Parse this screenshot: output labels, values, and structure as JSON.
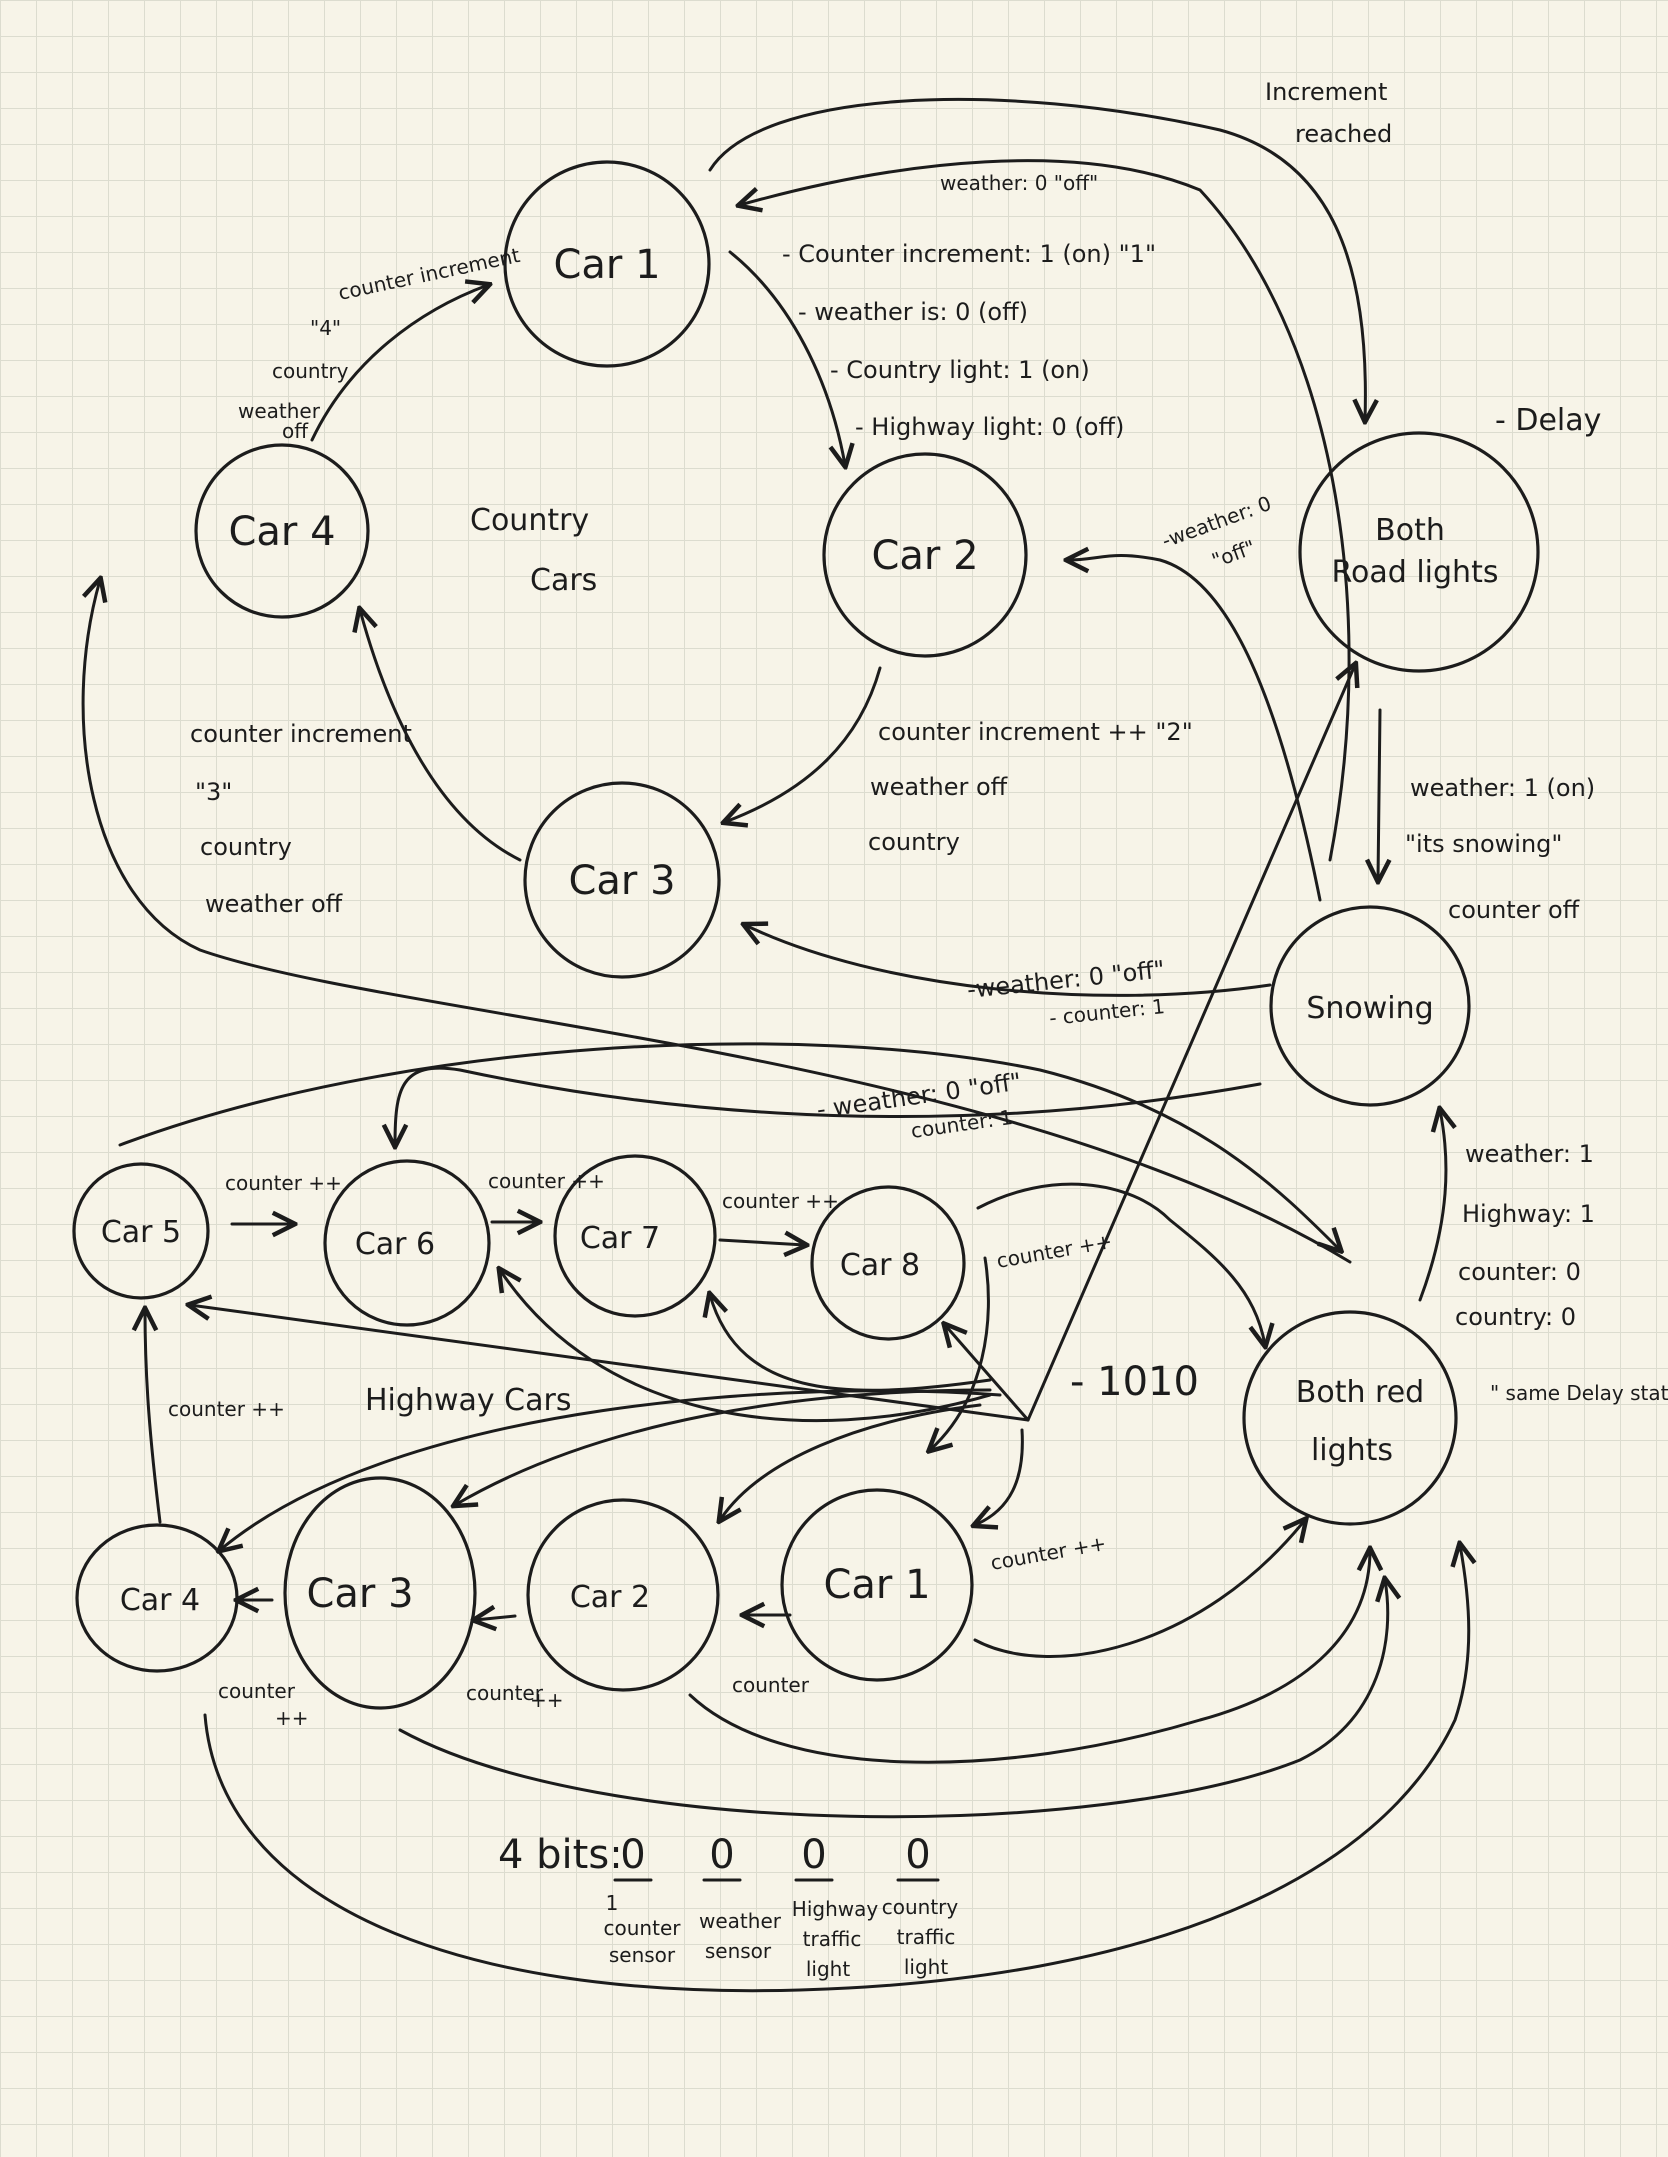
{
  "nodes": {
    "country_car1": "Car 1",
    "country_car2": "Car 2",
    "country_car3": "Car 3",
    "country_car4": "Car 4",
    "both_road_lights_line1": "Both",
    "both_road_lights_line2": "Road lights",
    "snowing": "Snowing",
    "both_red_lights_line1": "Both red",
    "both_red_lights_line2": "lights",
    "hw_car1": "Car 1",
    "hw_car2": "Car 2",
    "hw_car3": "Car 3",
    "hw_car4": "Car 4",
    "hw_car5": "Car 5",
    "hw_car6": "Car 6",
    "hw_car7": "Car 7",
    "hw_car8": "Car 8"
  },
  "groups": {
    "country_line1": "Country",
    "country_line2": "Cars",
    "highway": "Highway Cars"
  },
  "notes": {
    "increment_reached_1": "Increment",
    "increment_reached_2": "reached",
    "weather_off_top": "weather: 0 \"off\"",
    "delay": "- Delay",
    "car1_state": [
      "- Counter increment: 1 (on) \"1\"",
      "- weather is: 0 (off)",
      "- Country light: 1 (on)",
      "- Highway light: 0 (off)"
    ],
    "car4_to_car1": [
      "counter increment",
      "\"4\"",
      "country",
      "weather",
      "off"
    ],
    "car3_to_car4": [
      "counter increment",
      "\"3\"",
      "country",
      "weather off"
    ],
    "car2_to_car3": [
      "counter increment ++ \"2\"",
      "weather off",
      "country"
    ],
    "road_to_car2": [
      "-weather: 0",
      "\"off\""
    ],
    "road_to_snowing": [
      "weather: 1 (on)",
      "\"its snowing\"",
      "counter off"
    ],
    "snowing_to_car3": [
      "-weather: 0 \"off\"",
      "- counter: 1"
    ],
    "snowing_to_highway": [
      "- weather: 0 \"off\"",
      "counter: 1"
    ],
    "red_to_snowing": [
      "weather: 1",
      "Highway: 1",
      "counter: 0",
      "country: 0"
    ],
    "same_delay": "\" same Delay state\"",
    "code_1010": "- 1010",
    "hw_counter": {
      "c5_c6": "counter ++",
      "c6_c7": "counter ++",
      "c7_c8": "counter ++",
      "c8_out": "counter ++",
      "c1_out": "counter ++",
      "c4_c5": "counter ++",
      "c1_c2": "counter",
      "c2_c3_a": "counter",
      "c2_c3_b": "++",
      "c3_c4_a": "counter",
      "c3_c4_b": "++"
    }
  },
  "bits": {
    "title": "4 bits:",
    "values": [
      "0",
      "0",
      "0",
      "0"
    ],
    "labels": [
      [
        "1",
        "counter",
        "sensor"
      ],
      [
        "weather",
        "sensor"
      ],
      [
        "Highway",
        "traffic",
        "light"
      ],
      [
        "country",
        "traffic",
        "light"
      ]
    ]
  }
}
